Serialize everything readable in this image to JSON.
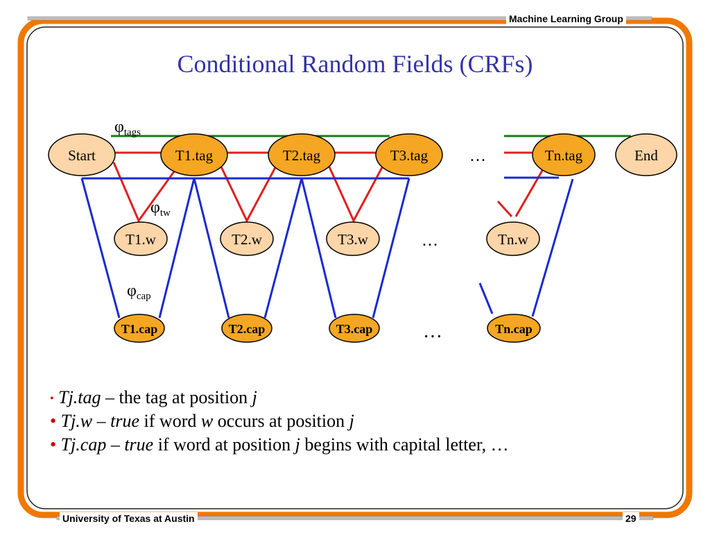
{
  "header": {
    "group": "Machine Learning Group"
  },
  "footer": {
    "university": "University of Texas at Austin",
    "page_number": "29"
  },
  "title": "Conditional Random Fields (CRFs)",
  "diagram": {
    "nodes": {
      "start": "Start",
      "t1_tag": "T1.tag",
      "t2_tag": "T2.tag",
      "t3_tag": "T3.tag",
      "tn_tag": "Tn.tag",
      "end": "End",
      "t1_w": "T1.w",
      "t2_w": "T2.w",
      "t3_w": "T3.w",
      "tn_w": "Tn.w",
      "t1_cap": "T1.cap",
      "t2_cap": "T2.cap",
      "t3_cap": "T3.cap",
      "tn_cap": "Tn.cap"
    },
    "labels": {
      "phi": "φ",
      "tags_sub": "tags",
      "tw_sub": "tw",
      "cap_sub": "cap",
      "ellipsis": "…"
    }
  },
  "bullets": [
    {
      "italic1": "Tj.tag",
      "text1": " – the tag at position ",
      "italic2": "j",
      "text2": ""
    },
    {
      "italic1": "Tj.w – true",
      "text1": " if word ",
      "italic2": "w",
      "text2": " occurs at position ",
      "italic3": "j"
    },
    {
      "italic1": "Tj.cap – true",
      "text1": " if word at position ",
      "italic2": "j",
      "text2": " begins with capital letter, …"
    }
  ],
  "colors": {
    "title": "#3333aa",
    "node_orange": "#f5a623",
    "node_light": "#fcd5a8",
    "edge_green": "#1a7a1a",
    "edge_red": "#e02020",
    "edge_blue": "#1a2ad0",
    "frame_orange": "#f07800",
    "bullet_red": "#cc0000"
  },
  "icons": {
    "bullet": "red-dot-icon"
  }
}
